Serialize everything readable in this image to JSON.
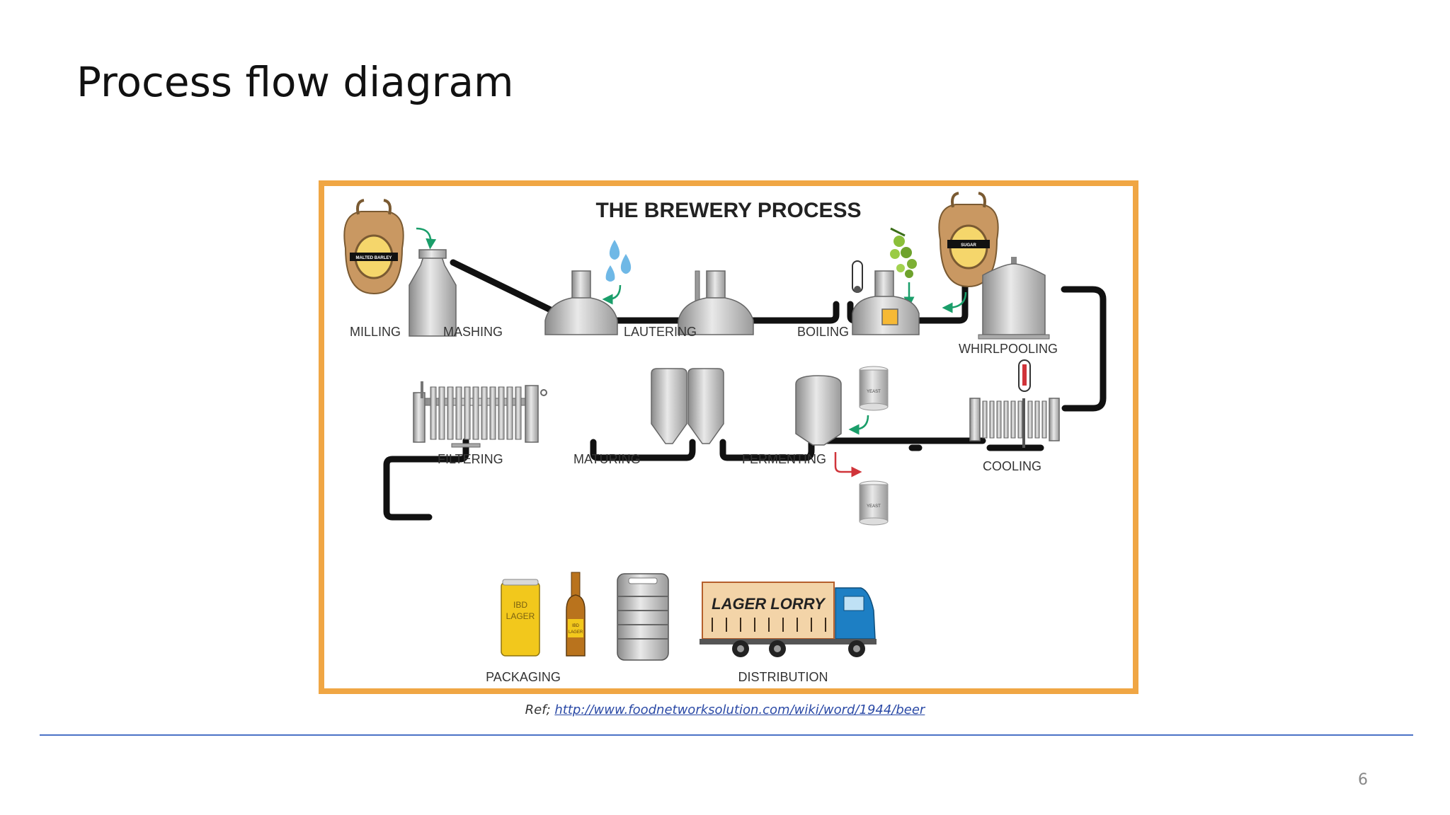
{
  "slide": {
    "title": "Process flow diagram",
    "page_number": "6"
  },
  "figure": {
    "title": "THE BREWERY PROCESS",
    "labels": {
      "milling": "MILLING",
      "mashing": "MASHING",
      "lautering": "LAUTERING",
      "boiling": "BOILING",
      "whirlpooling": "WHIRLPOOLING",
      "filtering": "FILTERING",
      "maturing": "MATURING",
      "fermenting": "FERMENTING",
      "cooling": "COOLING",
      "packaging": "PACKAGING",
      "distribution": "DISTRIBUTION"
    },
    "bag_labels": {
      "barley": "MALTED BARLEY",
      "sugar": "SUGAR"
    },
    "yeast_label": "YEAST",
    "truck_text": "LAGER LORRY",
    "can_text": [
      "IBD",
      "LAGER"
    ],
    "bottle_text": [
      "IBD",
      "LAGER"
    ],
    "colors": {
      "frame": "#f0a644",
      "pipe": "#111111",
      "arrow_in": "#1a9e6a",
      "arrow_out": "#d0343a",
      "truck_cab": "#1d7fc4",
      "truck_box": "#f3d4a8",
      "can": "#f2c81c",
      "bottle": "#b9731d"
    }
  },
  "reference": {
    "prefix": "Ref;",
    "link": "http://www.foodnetworksolution.com/wiki/word/1944/beer"
  }
}
